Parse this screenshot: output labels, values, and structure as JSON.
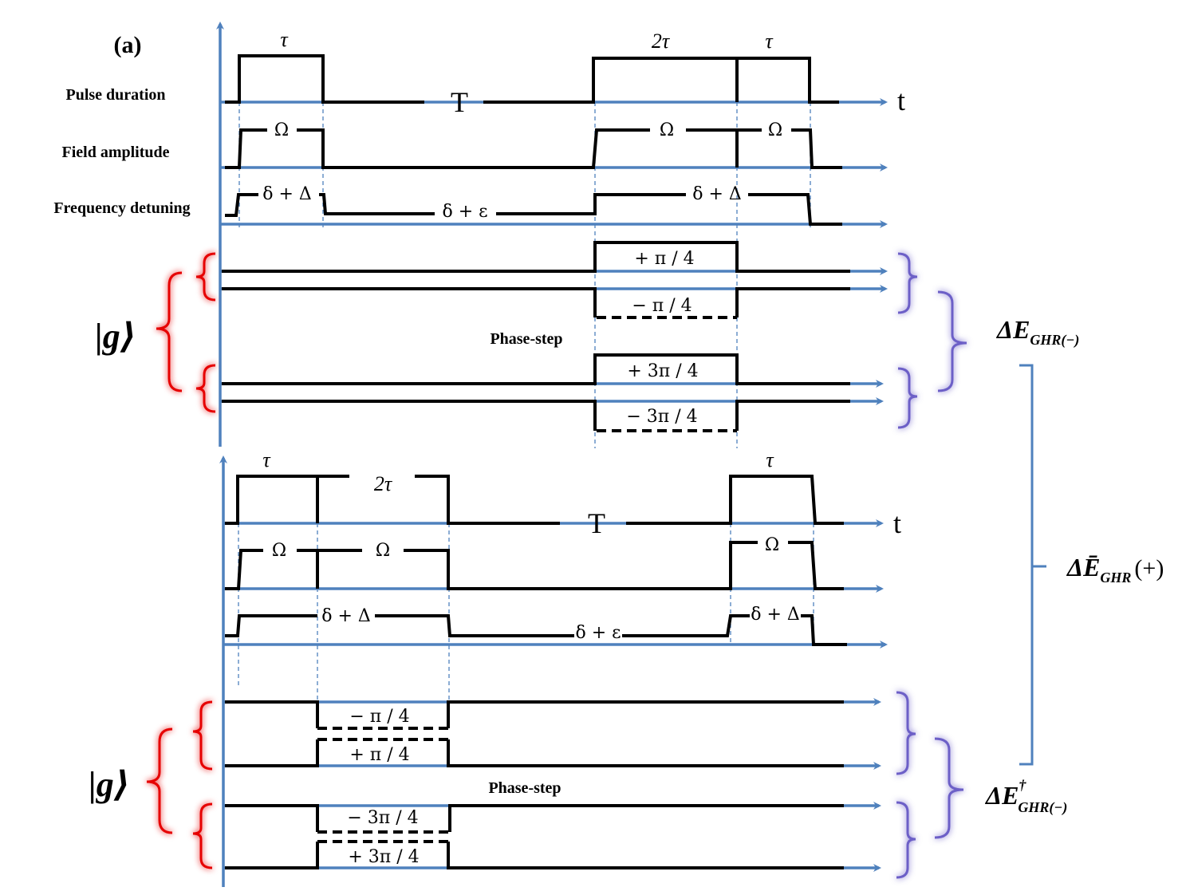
{
  "panel_label": "(a)",
  "row_labels": {
    "pulse_duration": "Pulse duration",
    "field_amplitude": "Field amplitude",
    "frequency_detuning": "Frequency detuning"
  },
  "time_axis_label": "t",
  "top": {
    "tau_1": "τ",
    "T": "T",
    "two_tau": "2τ",
    "tau_2": "τ",
    "omega_1": "Ω",
    "omega_2": "Ω",
    "omega_3": "Ω",
    "detuning_1": "δ + Δ",
    "detuning_2": "δ + ε",
    "detuning_3": "δ + Δ",
    "phase_plus_pi4": "+ π / 4",
    "phase_minus_pi4": "− π / 4",
    "phase_plus_3pi4": "+ 3π / 4",
    "phase_minus_3pi4": "− 3π / 4",
    "phase_step": "Phase-step",
    "ket": "|g⟩"
  },
  "bottom": {
    "tau_1": "τ",
    "two_tau": "2τ",
    "T": "T",
    "tau_2": "τ",
    "omega_1": "Ω",
    "omega_2": "Ω",
    "omega_3": "Ω",
    "detuning_1": "δ + Δ",
    "detuning_2": "δ + ε",
    "detuning_3": "δ + Δ",
    "phase_minus_pi4": "− π / 4",
    "phase_plus_pi4": "+ π / 4",
    "phase_minus_3pi4": "− 3π / 4",
    "phase_plus_3pi4": "+ 3π / 4",
    "phase_step": "Phase-step",
    "ket": "|g⟩"
  },
  "energy_labels": {
    "delta_e_minus": "ΔE",
    "delta_e_minus_sub": "GHR(−)",
    "delta_e_bar": "ΔĒ",
    "delta_e_bar_sub": "GHR",
    "delta_e_bar_suffix": "(+)",
    "delta_e_dagger": "ΔE",
    "delta_e_dagger_sup": "†",
    "delta_e_dagger_sub": "GHR(−)"
  },
  "colors": {
    "axis_blue": "#4f81bd",
    "bracket_red": "#e60000",
    "bracket_purple": "#6c5fc7",
    "signal": "#000000"
  }
}
